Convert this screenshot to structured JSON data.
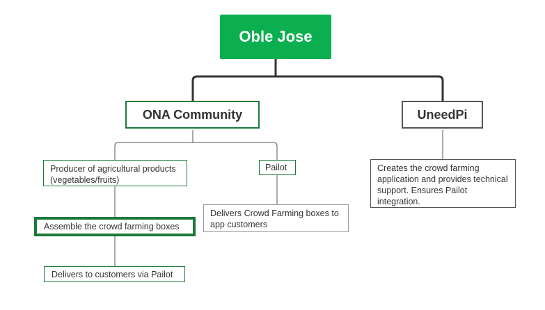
{
  "diagram": {
    "root": {
      "label": "Oble Jose",
      "fill_color": "#0caf50"
    },
    "branches": [
      {
        "label": "ONA Community",
        "border_color": "#1a7a3a",
        "children": [
          {
            "label": "Producer of agricultural products (vegetables/fruits)",
            "children": [
              {
                "label": "Assemble the crowd farming boxes",
                "highlighted": true
              },
              {
                "label": "Delivers to customers via Pailot"
              }
            ]
          },
          {
            "label": "Pailot",
            "children": [
              {
                "label": "Delivers Crowd Farming boxes to app customers"
              }
            ]
          }
        ]
      },
      {
        "label": "UneedPi",
        "border_color": "#555555",
        "children": [
          {
            "label": "Creates the crowd farming application and provides technical support. Ensures Pailot integration."
          }
        ]
      }
    ]
  }
}
